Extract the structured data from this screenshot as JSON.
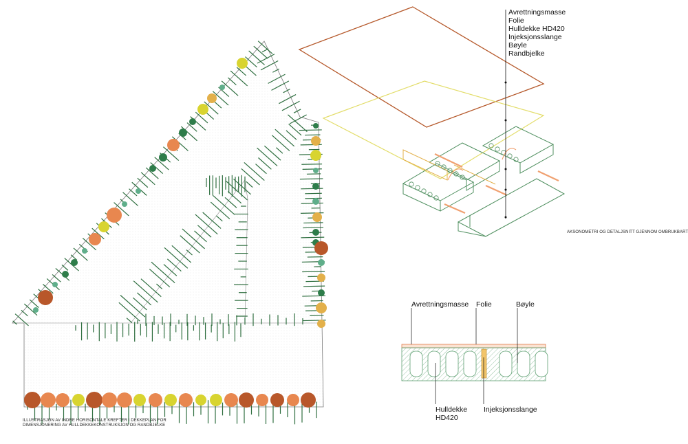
{
  "axonometry": {
    "labels": [
      "Avrettningsmasse",
      "Folie",
      "Hulldekke HD420",
      "Injeksjonsslange",
      "Bøyle",
      "Randbjelke"
    ],
    "caption": "AKSONOMETRI OG DETALJSNITT GJENNOM OMBRUKBART HULLDEKKE"
  },
  "section": {
    "top_labels": [
      "Avrettningsmasse",
      "Folie",
      "Bøyle"
    ],
    "bottom_label_1": [
      "Hulldekke",
      "HD420"
    ],
    "bottom_label_2": "Injeksjonsslange"
  },
  "plan": {
    "caption": "ILLUSTRASJON AV INDRE HORISONTALE KREFTER I DEKKEPLAN FOR DIMENSJONERING AV HULLDEKKEKONSTRUKSJON OG RANDBJELKE"
  },
  "colors": {
    "green": "#2e7d4a",
    "green_light": "#5fae8a",
    "orange": "#e8874f",
    "brown": "#c0612a",
    "yellow": "#d8d430",
    "gold": "#e3b04a",
    "copper": "#b8572a"
  }
}
